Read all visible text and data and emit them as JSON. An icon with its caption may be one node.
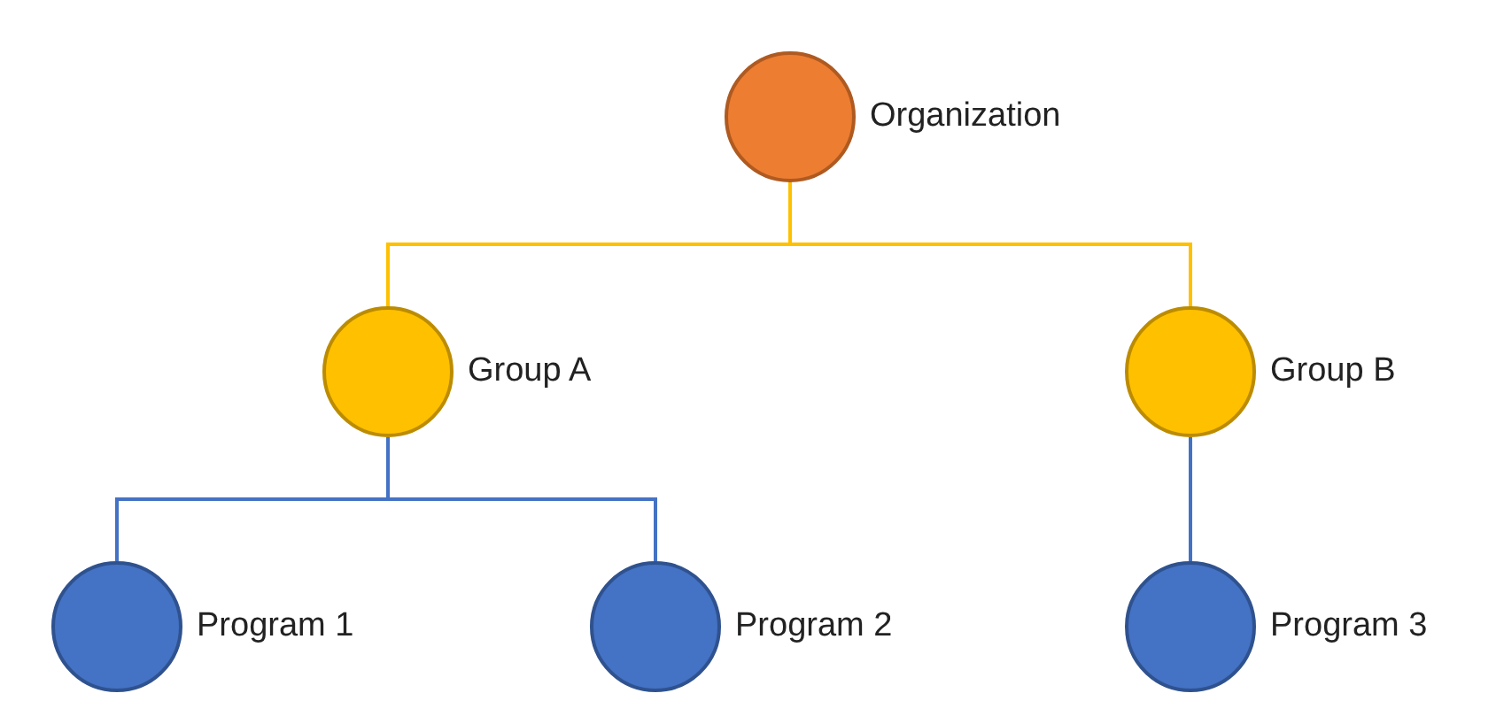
{
  "diagram": {
    "nodes": [
      {
        "text": [],
        "shape": "circle",
        "beside": [
          "Organization"
        ]
      },
      {
        "text": [],
        "shape": "circle",
        "beside": [
          "Group A"
        ]
      },
      {
        "text": [],
        "shape": "circle",
        "beside": [
          "Group B"
        ]
      },
      {
        "text": [],
        "shape": "circle",
        "beside": [
          "Program 1"
        ]
      },
      {
        "text": [],
        "shape": "circle",
        "beside": [
          "Program 2"
        ]
      },
      {
        "text": [],
        "shape": "circle",
        "beside": [
          "Program 3"
        ]
      }
    ],
    "edges": [
      {
        "from": 0,
        "to": 1,
        "arrow": "none",
        "color": "#ffc000"
      },
      {
        "from": 0,
        "to": 2,
        "arrow": "none",
        "color": "#ffc000"
      },
      {
        "from": 1,
        "to": 3,
        "arrow": "none"
      },
      {
        "from": 1,
        "to": 4,
        "arrow": "none"
      },
      {
        "from": 2,
        "to": 5,
        "arrow": "none"
      }
    ]
  }
}
